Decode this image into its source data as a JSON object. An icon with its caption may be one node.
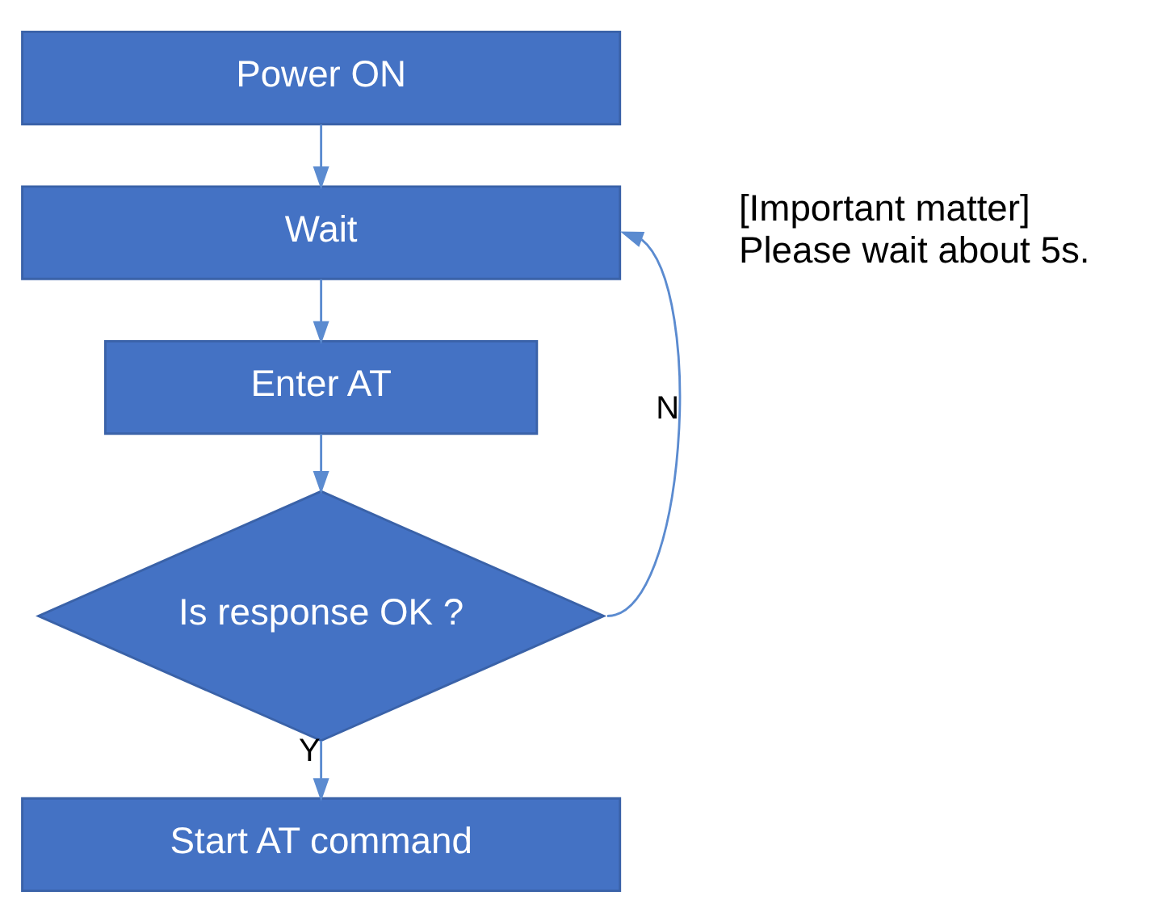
{
  "diagram": {
    "nodes": [
      {
        "text": [
          "Power ON"
        ]
      },
      {
        "text": [
          "Wait"
        ]
      },
      {
        "text": [
          "Enter AT"
        ]
      },
      {
        "text": [
          "Is response OK ?"
        ]
      },
      {
        "text": [
          "Start AT command"
        ]
      }
    ],
    "edges": [
      {
        "from": 0,
        "to": 1,
        "arrow": "to"
      },
      {
        "from": 1,
        "to": 2,
        "arrow": "to"
      },
      {
        "from": 2,
        "to": 3,
        "arrow": "to"
      },
      {
        "from": 3,
        "to": 1,
        "arrow": "to",
        "label": "N"
      },
      {
        "from": 3,
        "to": 4,
        "arrow": "to",
        "label": "Y"
      }
    ],
    "labels": [
      "[Important matter] Please wait about 5s."
    ]
  }
}
